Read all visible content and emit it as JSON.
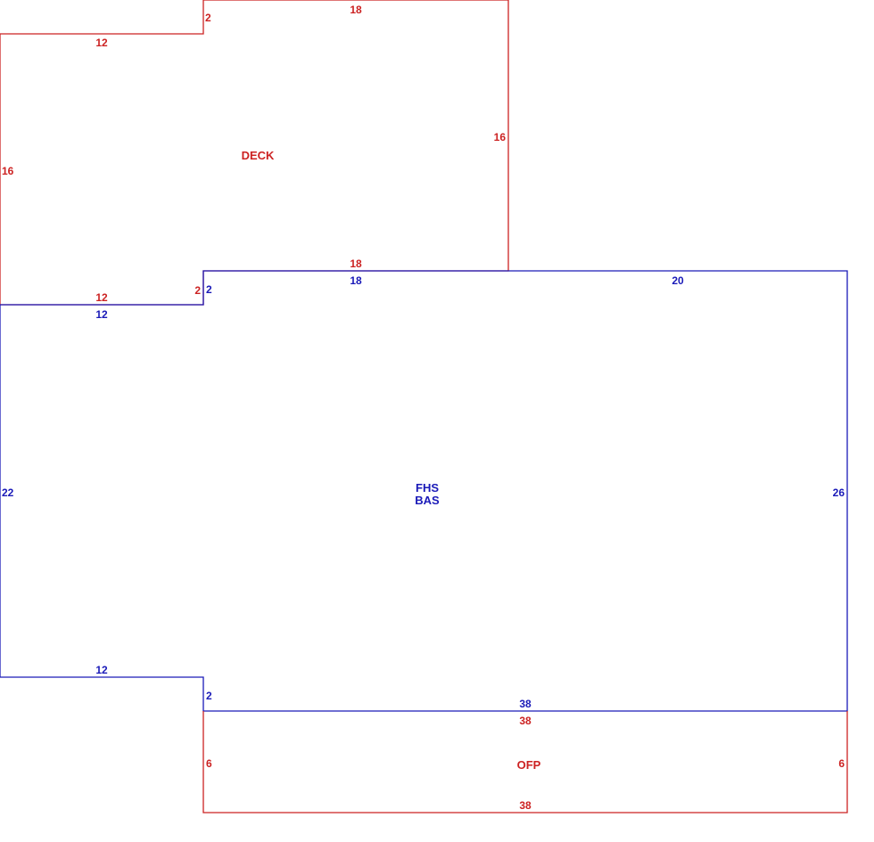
{
  "colors": {
    "red": "#cc2222",
    "blue": "#1a1ab8"
  },
  "areas": {
    "deck": {
      "name": "DECK"
    },
    "main": {
      "name_1": "FHS",
      "name_2": "BAS"
    },
    "porch": {
      "name": "OFP"
    }
  },
  "dimensions": {
    "deck_step_top": "2",
    "deck_top": "18",
    "deck_left_top": "12",
    "deck_left": "16",
    "deck_right": "16",
    "deck_bottom": "18",
    "deck_left_bottom": "12",
    "deck_step_bottom": "2",
    "main_step_top": "2",
    "main_top_left": "18",
    "main_top_right": "20",
    "main_left_top": "12",
    "main_left": "22",
    "main_right": "26",
    "main_left_bottom": "12",
    "main_step_bottom": "2",
    "main_bottom": "38",
    "porch_top": "38",
    "porch_left": "6",
    "porch_right": "6",
    "porch_bottom": "38"
  }
}
